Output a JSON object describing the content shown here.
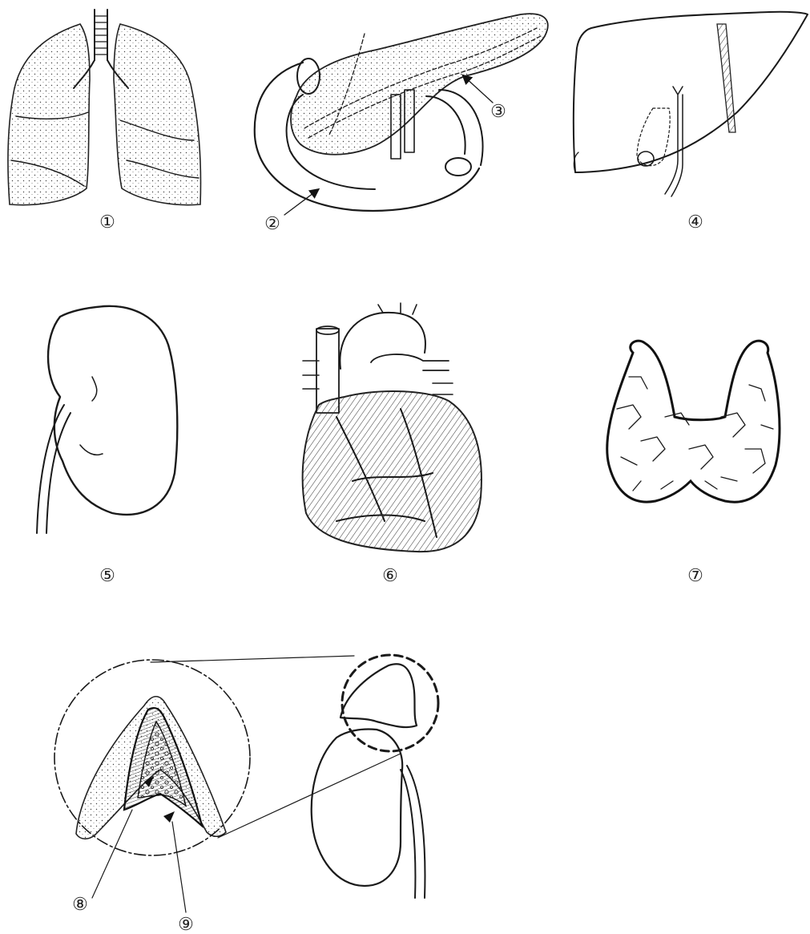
{
  "figure": {
    "labels": {
      "l1": "①",
      "l2": "②",
      "l3": "③",
      "l4": "④",
      "l5": "⑤",
      "l6": "⑥",
      "l7": "⑦",
      "l8": "⑧",
      "l9": "⑨"
    },
    "organs": [
      {
        "key": "lungs",
        "icon": "lungs-icon",
        "label": "①"
      },
      {
        "key": "pancreas-duodenum",
        "icon": "pancreas-icon",
        "label": "②③"
      },
      {
        "key": "liver",
        "icon": "liver-icon",
        "label": "④"
      },
      {
        "key": "kidney",
        "icon": "kidney-icon",
        "label": "⑤"
      },
      {
        "key": "heart",
        "icon": "heart-icon",
        "label": "⑥"
      },
      {
        "key": "thyroid",
        "icon": "thyroid-icon",
        "label": "⑦"
      },
      {
        "key": "adrenal-gland",
        "icon": "adrenal-icon",
        "label": "⑧⑨"
      }
    ],
    "colors": {
      "ink": "#1a1a1a",
      "background": "#ffffff"
    }
  }
}
